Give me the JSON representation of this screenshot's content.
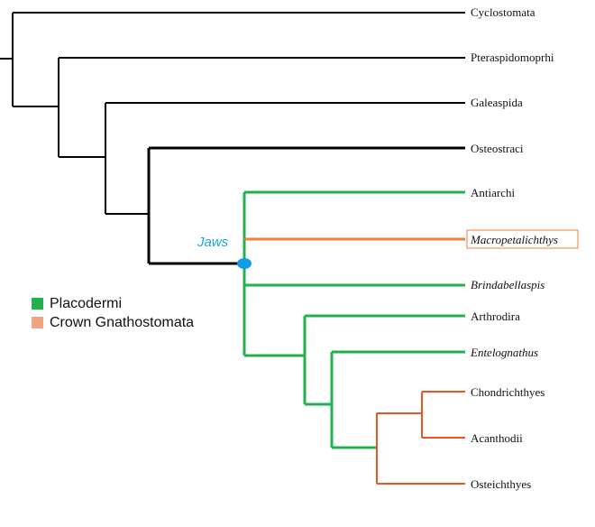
{
  "taxa": {
    "cyclostomata": "Cyclostomata",
    "pteraspidomorphi": "Pteraspidomoprhi",
    "galeaspida": "Galeaspida",
    "osteostraci": "Osteostraci",
    "antiarchi": "Antiarchi",
    "macropetalichthys": "Macropetalichthys",
    "brindabellaspis": "Brindabellaspis",
    "arthrodira": "Arthrodira",
    "entelognathus": "Entelognathus",
    "chondrichthyes": "Chondrichthyes",
    "acanthodii": "Acanthodii",
    "osteichthyes": "Osteichthyes"
  },
  "node_label": "Jaws",
  "legend": {
    "placodermi": "Placodermi",
    "crown_gnathostomata": "Crown Gnathostomata"
  },
  "colors": {
    "stem": "#000000",
    "placodermi": "#22b14c",
    "crown": "#ee5522",
    "macropetalichthys": "#f07f3c",
    "legend_crown_swatch": "#f4a184",
    "jaws_node": "#0f9ee6",
    "jaws_text": "#1aa5e0"
  }
}
